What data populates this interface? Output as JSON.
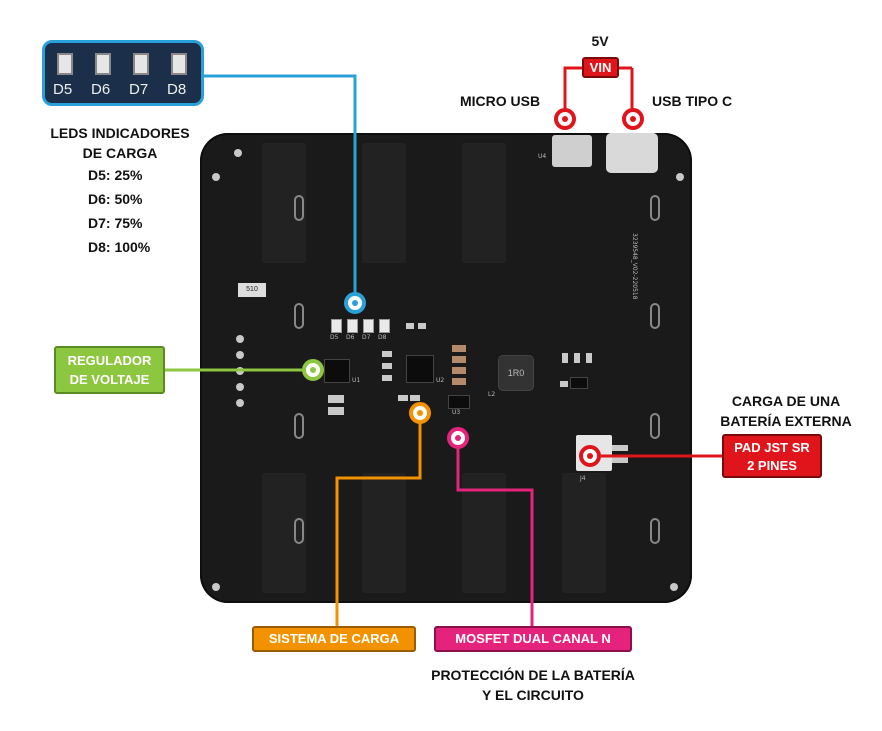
{
  "led_panel": {
    "labels": [
      "D5",
      "D6",
      "D7",
      "D8"
    ]
  },
  "leds_text": {
    "title_line1": "LEDS INDICADORES",
    "title_line2": "DE CARGA",
    "levels": [
      "D5: 25%",
      "D6: 50%",
      "D7: 75%",
      "D8: 100%"
    ]
  },
  "power": {
    "voltage": "5V",
    "vin": "VIN",
    "micro_usb": "MICRO USB",
    "usb_c": "USB TIPO C"
  },
  "regulator": {
    "line1": "REGULADOR",
    "line2": "DE VOLTAJE"
  },
  "external": {
    "line1": "CARGA DE UNA",
    "line2": "BATERÍA EXTERNA",
    "pad_line1": "PAD JST SR",
    "pad_line2": "2 PINES"
  },
  "charging_system": "SISTEMA DE CARGA",
  "mosfet": "MOSFET DUAL CANAL N",
  "protection": {
    "line1": "PROTECCIÓN DE LA BATERÍA",
    "line2": "Y EL CIRCUITO"
  },
  "board_silk": {
    "u1": "U1",
    "u2": "U2",
    "u3": "U3",
    "u4": "U4",
    "j4": "J4",
    "l2": "L2",
    "inductor": "1R0",
    "resistor": "510",
    "part_no": "3239548_V02-220518",
    "leds": [
      "D5",
      "D6",
      "D7",
      "D8"
    ]
  },
  "colors": {
    "leds": "#2aa0d8",
    "regulator": "#8dc63f",
    "power": "#e0151b",
    "charging": "#f39200",
    "mosfet": "#e5237d",
    "panel": "#1b2f4a"
  }
}
